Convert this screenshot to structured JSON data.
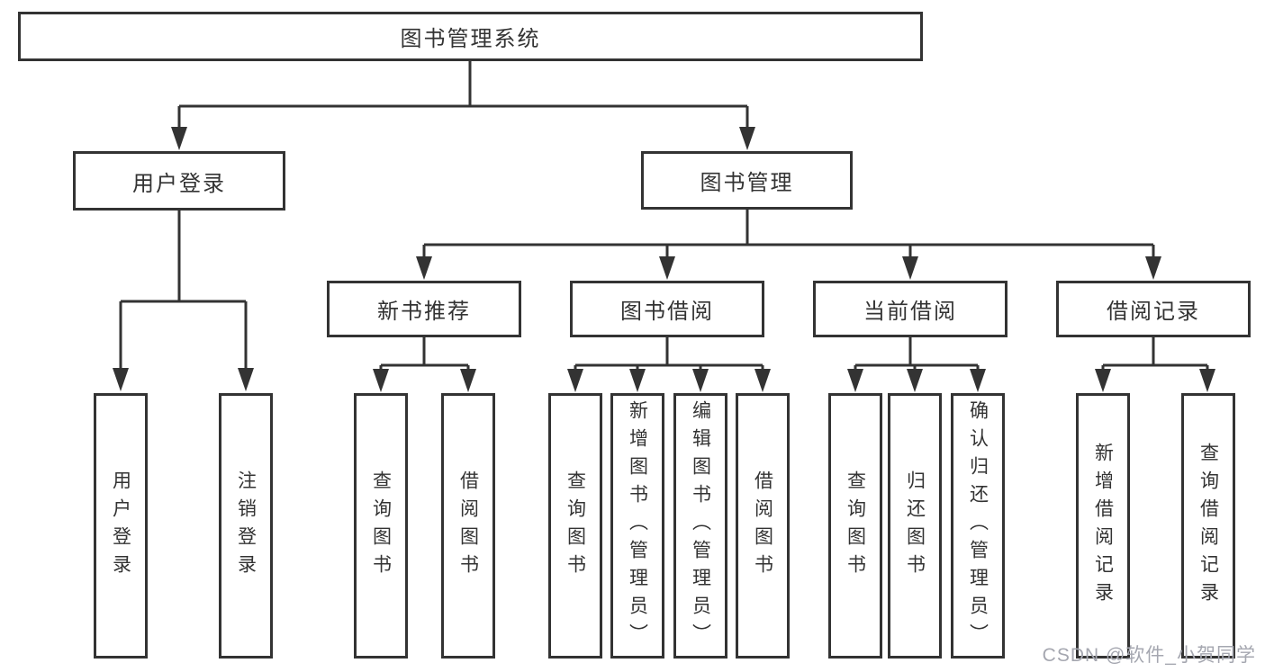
{
  "tree": {
    "root": {
      "label": "图书管理系统",
      "children": [
        {
          "label": "用户登录",
          "children": [
            {
              "label": "用户登录"
            },
            {
              "label": "注销登录"
            }
          ]
        },
        {
          "label": "图书管理",
          "children": [
            {
              "label": "新书推荐",
              "children": [
                {
                  "label": "查询图书"
                },
                {
                  "label": "借阅图书"
                }
              ]
            },
            {
              "label": "图书借阅",
              "children": [
                {
                  "label": "查询图书"
                },
                {
                  "label": "新增图书（管理员）"
                },
                {
                  "label": "编辑图书（管理员）"
                },
                {
                  "label": "借阅图书"
                }
              ]
            },
            {
              "label": "当前借阅",
              "children": [
                {
                  "label": "查询图书"
                },
                {
                  "label": "归还图书"
                },
                {
                  "label": "确认归还（管理员）"
                }
              ]
            },
            {
              "label": "借阅记录",
              "children": [
                {
                  "label": "新增借阅记录"
                },
                {
                  "label": "查询借阅记录"
                }
              ]
            }
          ]
        }
      ]
    }
  },
  "watermark": {
    "text": "CSDN @软件_小贺同学"
  },
  "colors": {
    "line": "#333333",
    "box_border": "#333333",
    "box_fill": "#ffffff",
    "watermark": "#a5a7b0"
  }
}
